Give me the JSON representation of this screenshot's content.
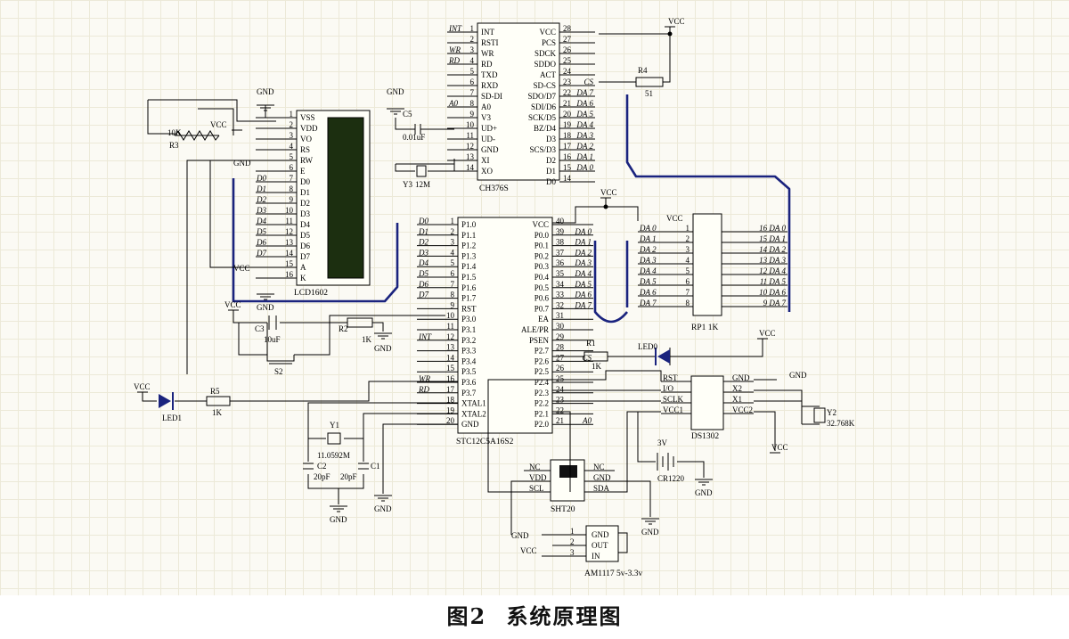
{
  "figure": {
    "number": "图2",
    "title": "系统原理图"
  },
  "lcd": {
    "ref": "LCD1602",
    "pins": [
      "VSS",
      "VDD",
      "VO",
      "RS",
      "RW",
      "E",
      "D0",
      "D1",
      "D2",
      "D3",
      "D4",
      "D5",
      "D6",
      "D7",
      "A",
      "K"
    ]
  },
  "ch376": {
    "ref": "CH376S",
    "left": [
      [
        "1",
        "INT"
      ],
      [
        "2",
        "RSTI"
      ],
      [
        "3",
        "WR"
      ],
      [
        "4",
        "RD"
      ],
      [
        "5",
        "TXD"
      ],
      [
        "6",
        "RXD"
      ],
      [
        "7",
        "SD-DI"
      ],
      [
        "8",
        "A0"
      ],
      [
        "9",
        "V3"
      ],
      [
        "10",
        "UD+"
      ],
      [
        "11",
        "UD-"
      ],
      [
        "12",
        "GND"
      ],
      [
        "13",
        "XI"
      ],
      [
        "14",
        "XO"
      ]
    ],
    "right": [
      [
        "28",
        "VCC"
      ],
      [
        "27",
        "PCS"
      ],
      [
        "26",
        "SDCK"
      ],
      [
        "25",
        "SDDO"
      ],
      [
        "24",
        "ACT"
      ],
      [
        "23",
        "SD-CS"
      ],
      [
        "22",
        "SDO/D7"
      ],
      [
        "21",
        "SDI/D6"
      ],
      [
        "20",
        "SCK/D5"
      ],
      [
        "19",
        "BZ/D4"
      ],
      [
        "18",
        "D3"
      ],
      [
        "17",
        "SCS/D3"
      ],
      [
        "16",
        "D2"
      ],
      [
        "15",
        "D1"
      ],
      [
        "14",
        "D0"
      ]
    ],
    "left_nets": [
      "INT",
      "",
      "WR",
      "RD",
      "",
      "",
      "",
      "A0",
      "",
      "",
      "",
      "",
      "",
      ""
    ],
    "right_nets": [
      "",
      "",
      "",
      "",
      "",
      "CS",
      "DA 7",
      "DA 6",
      "DA 5",
      "DA 4",
      "DA 3",
      "DA 2",
      "DA 1",
      "DA 0"
    ]
  },
  "mcu": {
    "ref": "STC12C5A16S2",
    "left": [
      [
        "1",
        "P1.0"
      ],
      [
        "2",
        "P1.1"
      ],
      [
        "3",
        "P1.2"
      ],
      [
        "4",
        "P1.3"
      ],
      [
        "5",
        "P1.4"
      ],
      [
        "6",
        "P1.5"
      ],
      [
        "7",
        "P1.6"
      ],
      [
        "8",
        "P1.7"
      ],
      [
        "9",
        "RST"
      ],
      [
        "10",
        "P3.0"
      ],
      [
        "11",
        "P3.1"
      ],
      [
        "12",
        "P3.2"
      ],
      [
        "13",
        "P3.3"
      ],
      [
        "14",
        "P3.4"
      ],
      [
        "15",
        "P3.5"
      ],
      [
        "16",
        "P3.6"
      ],
      [
        "17",
        "P3.7"
      ],
      [
        "18",
        "XTAL1"
      ],
      [
        "19",
        "XTAL2"
      ],
      [
        "20",
        "GND"
      ]
    ],
    "right": [
      [
        "40",
        "VCC"
      ],
      [
        "39",
        "P0.0"
      ],
      [
        "38",
        "P0.1"
      ],
      [
        "37",
        "P0.2"
      ],
      [
        "36",
        "P0.3"
      ],
      [
        "35",
        "P0.4"
      ],
      [
        "34",
        "P0.5"
      ],
      [
        "33",
        "P0.6"
      ],
      [
        "32",
        "P0.7"
      ],
      [
        "31",
        "EA"
      ],
      [
        "30",
        "ALE/PR"
      ],
      [
        "29",
        "PSEN"
      ],
      [
        "28",
        "P2.7"
      ],
      [
        "27",
        "P2.6"
      ],
      [
        "26",
        "P2.5"
      ],
      [
        "25",
        "P2.4"
      ],
      [
        "24",
        "P2.3"
      ],
      [
        "23",
        "P2.2"
      ],
      [
        "22",
        "P2.1"
      ],
      [
        "21",
        "P2.0"
      ]
    ],
    "left_nets": [
      "D0",
      "D1",
      "D2",
      "D3",
      "D4",
      "D5",
      "D6",
      "D7",
      "",
      "",
      "",
      "INT",
      "",
      "",
      "",
      "WR",
      "RD",
      "",
      "",
      ""
    ],
    "right_nets": [
      "",
      "DA 0",
      "DA 1",
      "DA 2",
      "DA 3",
      "DA 4",
      "DA 5",
      "DA 6",
      "DA 7",
      "",
      "",
      "",
      "",
      "CS",
      "",
      "",
      "",
      "",
      "",
      "A0"
    ]
  },
  "rp1": {
    "ref": "RP1 1K",
    "vcc": "VCC",
    "left_nets": [
      "DA 0",
      "DA 1",
      "DA 2",
      "DA 3",
      "DA 4",
      "DA 5",
      "DA 6",
      "DA 7"
    ],
    "right_nets": [
      "16 DA 0",
      "15 DA 1",
      "14 DA 2",
      "13 DA 3",
      "12 DA 4",
      "11 DA 5",
      "10 DA 6",
      "9  DA 7"
    ]
  },
  "ds1302": {
    "ref": "DS1302",
    "left": [
      "RST",
      "I/O",
      "SCLK",
      "VCC1"
    ],
    "right": [
      "GND",
      "X2",
      "X1",
      "VCC2"
    ]
  },
  "sht20": {
    "ref": "SHT20",
    "left": [
      "NC",
      "VDD",
      "SCL"
    ],
    "right": [
      "NC",
      "GND",
      "SDA"
    ]
  },
  "ams": {
    "ref": "AM1117 5v-3.3v",
    "pins": [
      "GND",
      "OUT",
      "IN"
    ]
  },
  "parts": {
    "r3_val": "10K",
    "r3_ref": "R3",
    "c5_ref": "C5",
    "c5_val": "0.01uF",
    "y3_ref": "Y3",
    "y3_val": "12M",
    "r4_ref": "R4",
    "r4_val": "51",
    "c3_ref": "C3",
    "c3_val": "10uF",
    "r2_ref": "R2",
    "r2_val": "1K",
    "s2_ref": "S2",
    "r1_ref": "R1",
    "r1_val": "1K",
    "led0": "LED0",
    "led1": "LED1",
    "r5_ref": "R5",
    "r5_val": "1K",
    "y1_ref": "Y1",
    "y1_val": "11.0592M",
    "c2": "C2",
    "c2_val": "20pF",
    "c1": "C1",
    "c1_val": "20pF",
    "y2_ref": "Y2",
    "y2_val": "32.768K",
    "cr_val": "3V",
    "cr_ref": "CR1220"
  },
  "power": {
    "vcc": "VCC",
    "gnd": "GND",
    "gnd_arrow": "GND"
  }
}
